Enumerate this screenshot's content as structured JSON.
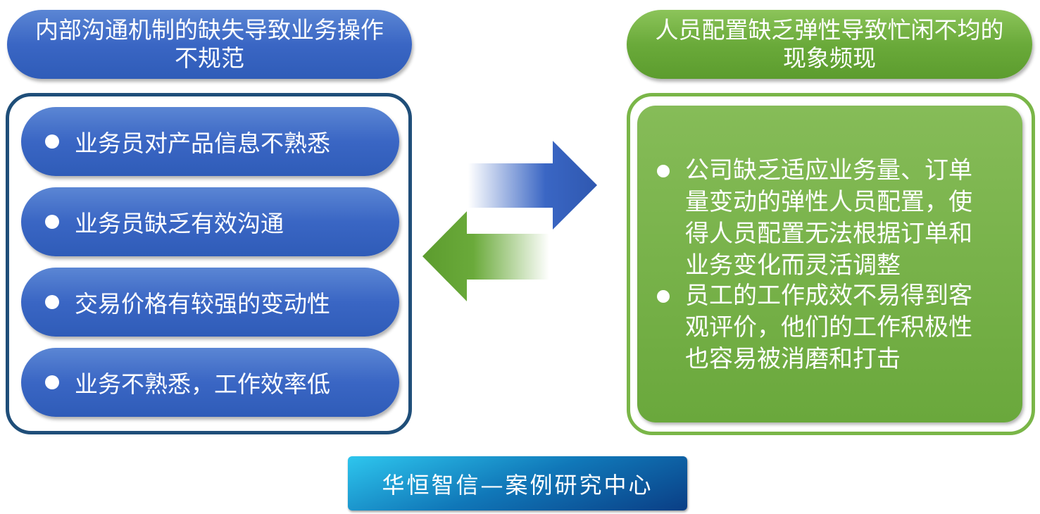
{
  "left": {
    "title": "内部沟通机制的缺失导致业务操作不规范",
    "items": [
      "业务员对产品信息不熟悉",
      "业务员缺乏有效沟通",
      "交易价格有较强的变动性",
      "业务不熟悉，工作效率低"
    ],
    "color": "#3a66c4"
  },
  "right": {
    "title": "人员配置缺乏弹性导致忙闲不均的现象频现",
    "bullets": [
      "公司缺乏适应业务量、订单量变动的弹性人员配置，使得人员配置无法根据订单和业务变化而灵活调整",
      "员工的工作成效不易得到客观评价，他们的工作积极性也容易被消磨和打击"
    ],
    "color": "#6aaa3a"
  },
  "arrows": {
    "right": "arrow-right-icon",
    "left": "arrow-left-icon"
  },
  "footer": {
    "label": "华恒智信—案例研究中心"
  }
}
